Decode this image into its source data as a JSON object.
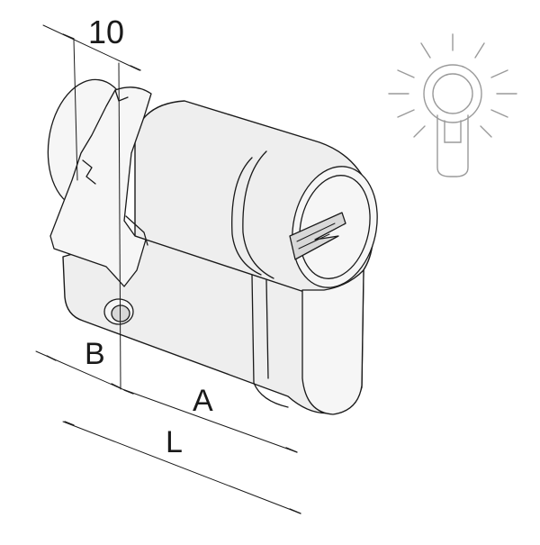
{
  "dimensions": {
    "cam_offset": "10",
    "b": "B",
    "a": "A",
    "l": "L"
  },
  "icons": {
    "keyhole_illuminated": "illuminated-keyhole-icon"
  }
}
